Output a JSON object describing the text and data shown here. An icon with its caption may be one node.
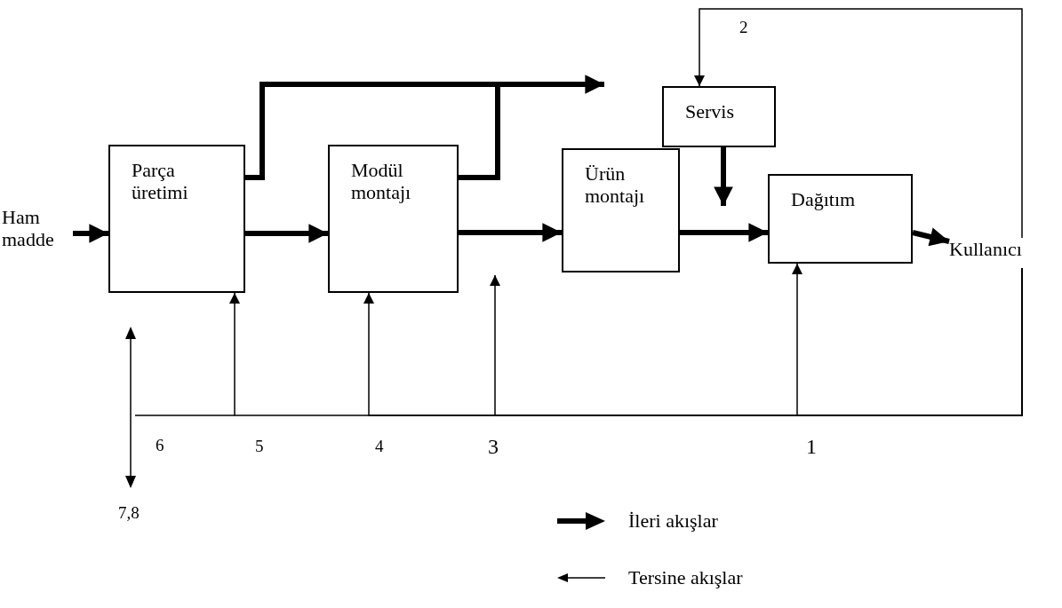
{
  "diagram": {
    "nodes": [
      {
        "text": [
          "Ham madde"
        ]
      },
      {
        "text": [
          "Parça üretimi"
        ]
      },
      {
        "text": [
          "Modül montajı"
        ]
      },
      {
        "text": [
          "Ürün montajı"
        ]
      },
      {
        "text": [
          "Servis"
        ]
      },
      {
        "text": [
          "Dağıtım"
        ]
      },
      {
        "text": [
          "Kullanıcı"
        ]
      }
    ],
    "edges": [
      {
        "from": 0,
        "to": 1,
        "arrow": "to"
      },
      {
        "from": 1,
        "to": 2,
        "arrow": "to"
      },
      {
        "from": 2,
        "to": 3,
        "arrow": "to"
      },
      {
        "from": 3,
        "to": 5,
        "arrow": "to"
      },
      {
        "from": 5,
        "to": 6,
        "arrow": "to"
      },
      {
        "from": 4,
        "to": null,
        "arrow": "to"
      },
      {
        "from": 1,
        "to": null,
        "arrow": "to"
      },
      {
        "from": 2,
        "to": null,
        "arrow": "none"
      },
      {
        "from": 6,
        "to": 1,
        "arrow": "to",
        "label": "5"
      },
      {
        "from": 6,
        "to": 2,
        "arrow": "to",
        "label": "4"
      },
      {
        "from": 6,
        "to": null,
        "arrow": "to",
        "label": "3"
      },
      {
        "from": 6,
        "to": 5,
        "arrow": "to",
        "label": "1"
      },
      {
        "from": 6,
        "to": 4,
        "arrow": "to",
        "label": "2"
      }
    ],
    "labels": [
      "6",
      "7,8"
    ],
    "legend": [
      {
        "text": "İleri akışlar"
      },
      {
        "text": "Tersine akışlar"
      }
    ]
  }
}
